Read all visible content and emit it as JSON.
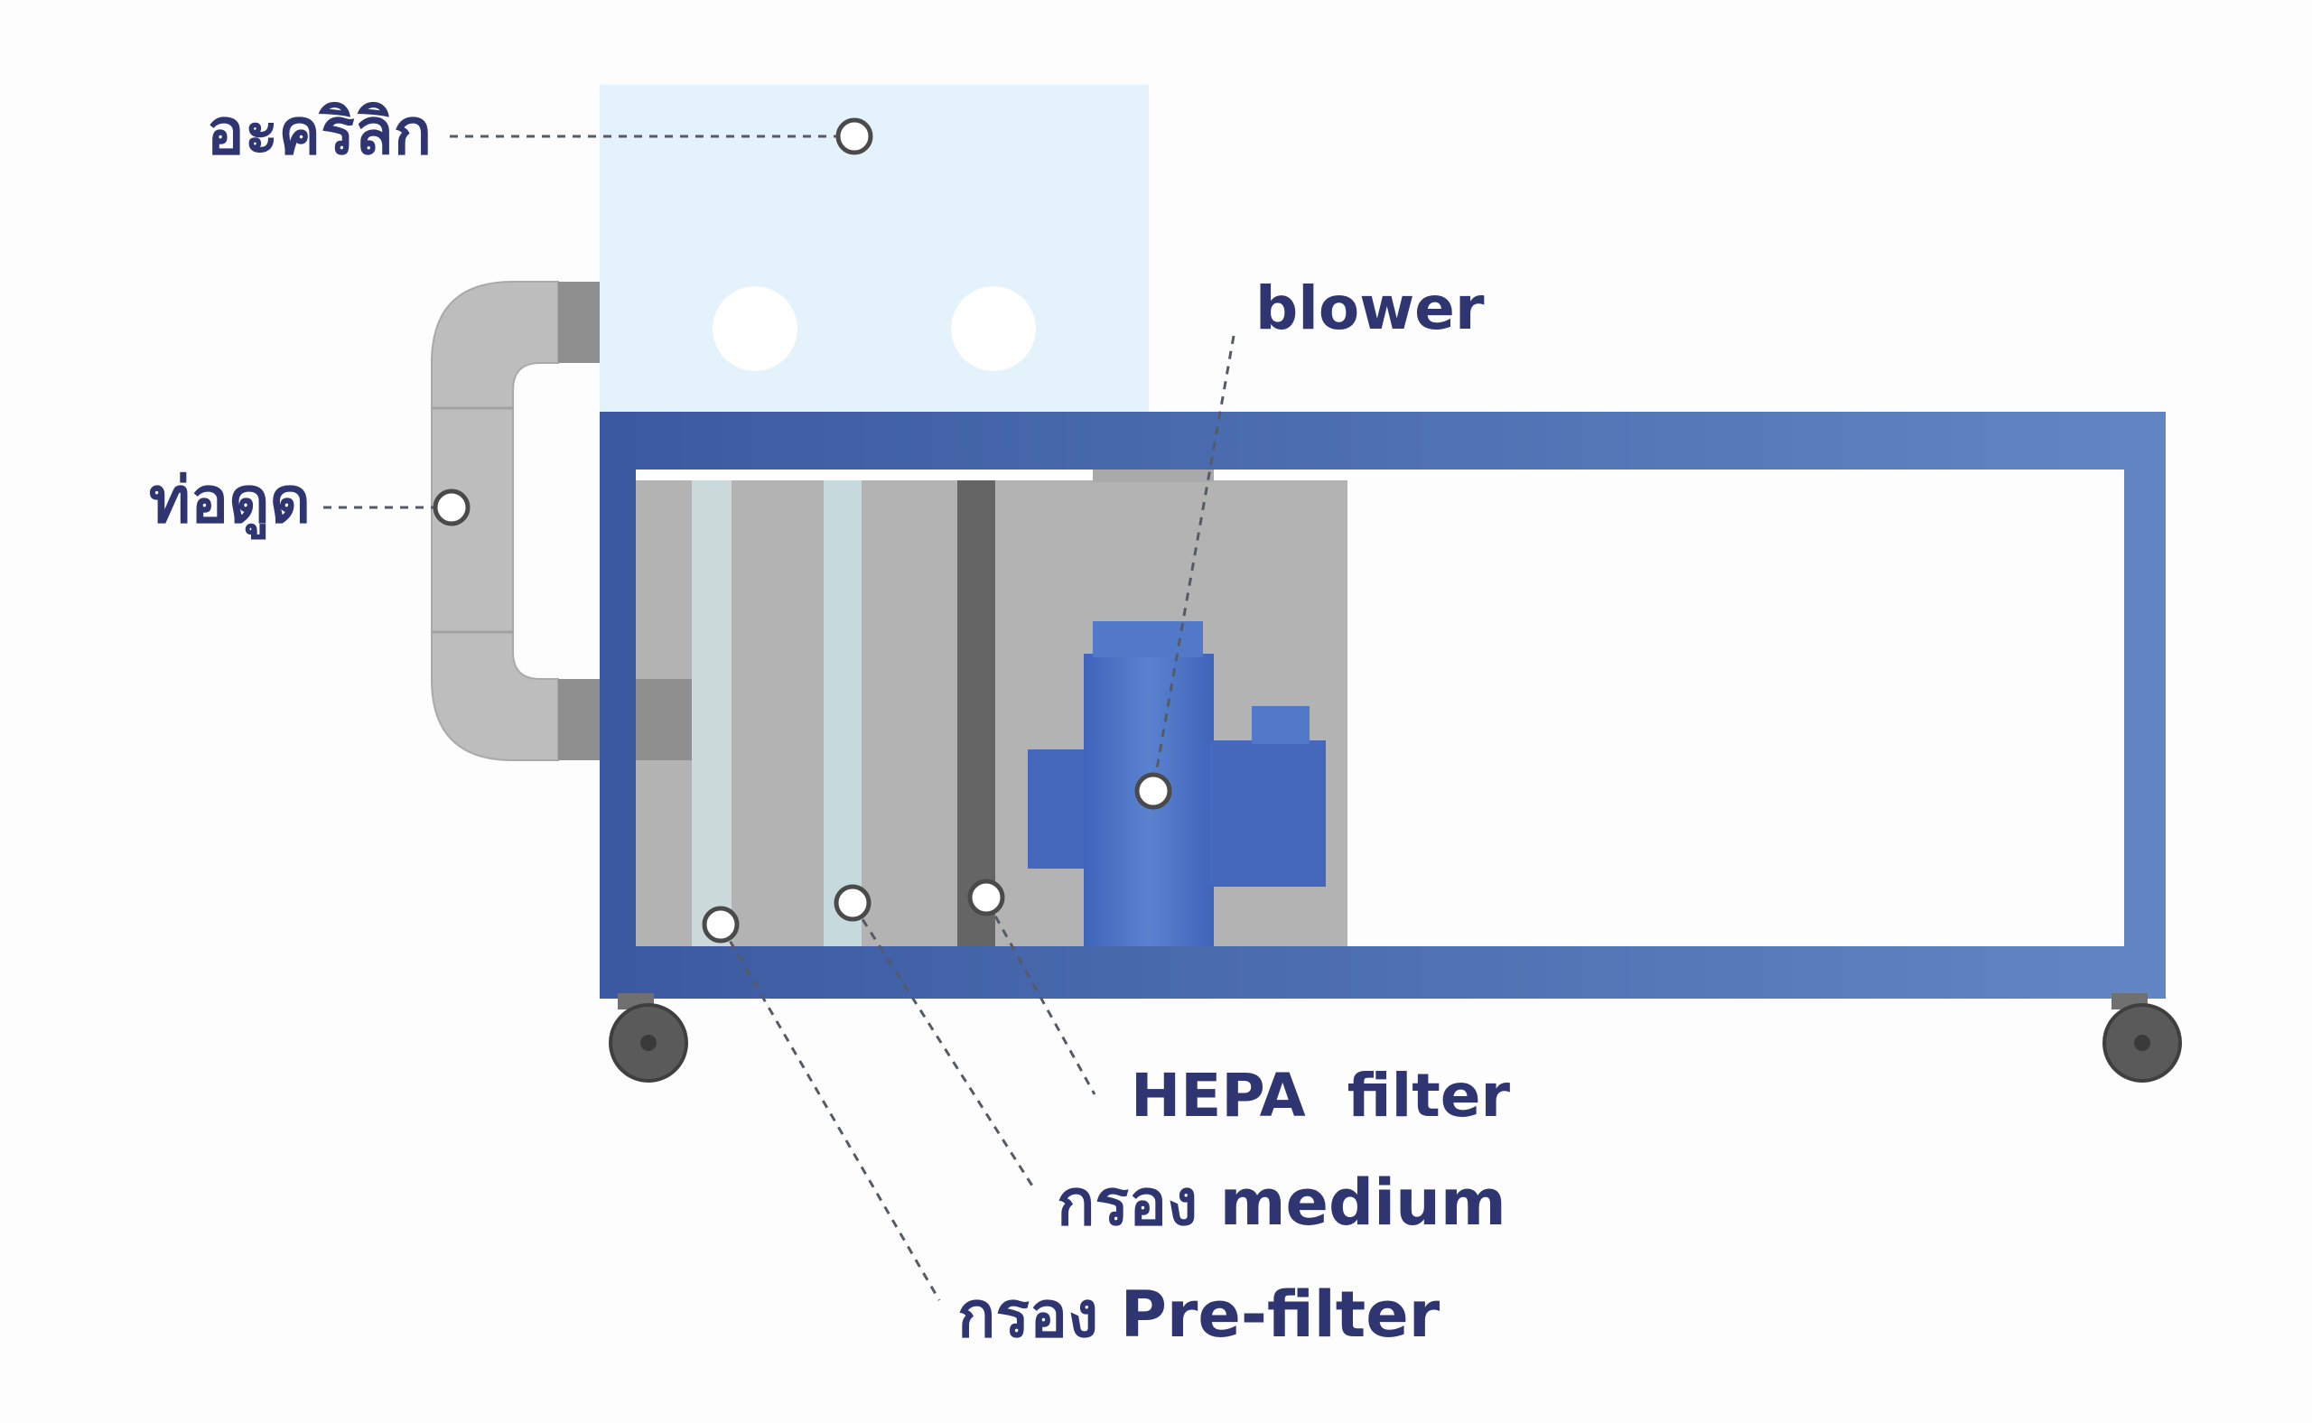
{
  "labels": {
    "acrylic": "อะคริลิก",
    "suction_pipe": "ท่อดูด",
    "blower": "blower",
    "hepa": "HEPA  filter",
    "medium": "กรอง medium",
    "prefilter": "กรอง Pre-filter"
  },
  "colors": {
    "frame": "#4a6ab0",
    "acrylic": "#e3f3fb",
    "housing": "#b4b4b4",
    "pipe": "#bcbcbc",
    "blower": "#4a6fc4",
    "label": "#2f3570"
  }
}
